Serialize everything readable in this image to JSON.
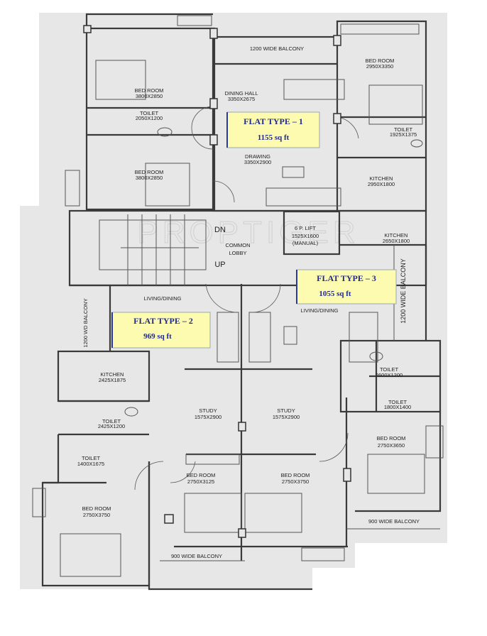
{
  "watermark": "PROPTIGER",
  "flats": [
    {
      "title": "FLAT TYPE – 1",
      "area": "1155 sq ft"
    },
    {
      "title": "FLAT TYPE – 2",
      "area": "969 sq ft"
    },
    {
      "title": "FLAT TYPE – 3",
      "area": "1055 sq ft"
    }
  ],
  "rooms": {
    "balcony_top": "1200 WIDE BALCONY",
    "bed_tl": {
      "name": "BED ROOM",
      "size": "3800X2850"
    },
    "dining_hall": {
      "name": "DINING HALL",
      "size": "3350X2675"
    },
    "bed_tr": {
      "name": "BED ROOM",
      "size": "2950X3350"
    },
    "toilet_tl": {
      "name": "TOILET",
      "size": "2050X1200"
    },
    "toilet_tr": {
      "name": "TOILET",
      "size": "1925X1375"
    },
    "drawing": {
      "name": "DRAWING",
      "size": "3350X2900"
    },
    "bed_ml": {
      "name": "BED ROOM",
      "size": "3800X2850"
    },
    "kitchen_r1": {
      "name": "KITCHEN",
      "size": "2950X1800"
    },
    "dn": "DN",
    "up": "UP",
    "lobby": {
      "line1": "COMMON",
      "line2": "LOBBY"
    },
    "lift": {
      "line1": "6 P. LIFT",
      "line2": "1525X1600",
      "line3": "(MANUAL)"
    },
    "kitchen_r2": {
      "name": "KITCHEN",
      "size": "2650X1800"
    },
    "balcony_right": "1200 WIDE BALCONY",
    "living_left": "LIVING/DINING",
    "living_right": "LIVING/DINING",
    "balcony_left": "1200 WD BALCONY",
    "kitchen_l": {
      "name": "KITCHEN",
      "size": "2425X1875"
    },
    "toilet_r2": {
      "name": "TOILET",
      "size": "2600X1200"
    },
    "toilet_r3": {
      "name": "TOILET",
      "size": "1800X1400"
    },
    "study_1": {
      "name": "STUDY",
      "size": "1575X2900"
    },
    "study_2": {
      "name": "STUDY",
      "size": "1575X2900"
    },
    "toilet_l2": {
      "name": "TOILET",
      "size": "2425X1200"
    },
    "toilet_l3": {
      "name": "TOILET",
      "size": "1400X1675"
    },
    "bed_r_low": {
      "name": "BED ROOM",
      "size": "2750X3650"
    },
    "bed_c1": {
      "name": "BED ROOM",
      "size": "2750X3125"
    },
    "bed_c2": {
      "name": "BED ROOM",
      "size": "2750X3750"
    },
    "bed_bl": {
      "name": "BED ROOM",
      "size": "2750X3750"
    },
    "balcony_bottom_l": "900 WIDE BALCONY",
    "balcony_bottom_r": "900 WIDE BALCONY"
  }
}
